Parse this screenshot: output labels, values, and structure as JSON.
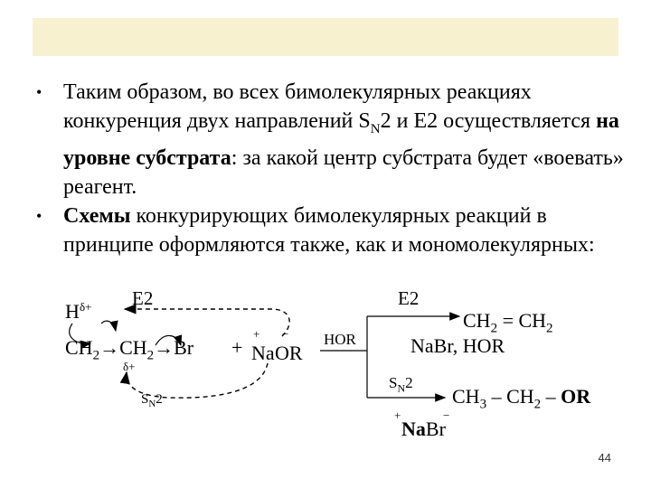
{
  "slide": {
    "accent_color": "#f8f1cf",
    "page_number": "44"
  },
  "bullet1": {
    "bullet_glyph": "•",
    "t1": "Таким образом, во всех бимолекулярных реакциях конкуренция двух направлений S",
    "sub": "N",
    "t2": "2 и E2 осуществляется ",
    "bold": "на уровне субстрата",
    "t3": ": за какой центр субстрата будет «воевать» реагент."
  },
  "bullet2": {
    "bullet_glyph": "•",
    "bold": "Схемы",
    "t1": " конкурирующих бимолекулярных реакций в принципе оформляются также, как и мономолекулярных:"
  },
  "scheme": {
    "e2_left": "E2",
    "h": "H",
    "delta_plus_h": "δ+",
    "ch2_a": "CH",
    "sub2_a": "2",
    "arrow_a": "→",
    "ch2_b": "CH",
    "sub2_b": "2",
    "arrow_b": "→",
    "br": "Br",
    "plus": "+",
    "na_plus": "+",
    "na": "Na",
    "or_minus": "−",
    "or": "OR",
    "delta_plus_c": "δ+",
    "sn2_left_s": "S",
    "sn2_left_n": "N",
    "sn2_left_2": "2",
    "hor": "HOR",
    "e2_right": "E2",
    "alkene_ch2_1": "CH",
    "alkene_sub_1": "2",
    "alkene_eq": " = ",
    "alkene_ch2_2": "CH",
    "alkene_sub_2": "2",
    "e2_byprod_na": "Na",
    "e2_byprod_rest": "Br, HOR",
    "sn2_right_s": "S",
    "sn2_right_n": "N",
    "sn2_right_2": "2",
    "ether_ch3": "CH",
    "ether_sub3": "3",
    "ether_dash1": " – CH",
    "ether_sub2": "2",
    "ether_dash2": " – ",
    "ether_or": "OR",
    "nabr_plus": "+",
    "nabr_na": "Na",
    "nabr_br": "Br",
    "nabr_minus": "−"
  }
}
